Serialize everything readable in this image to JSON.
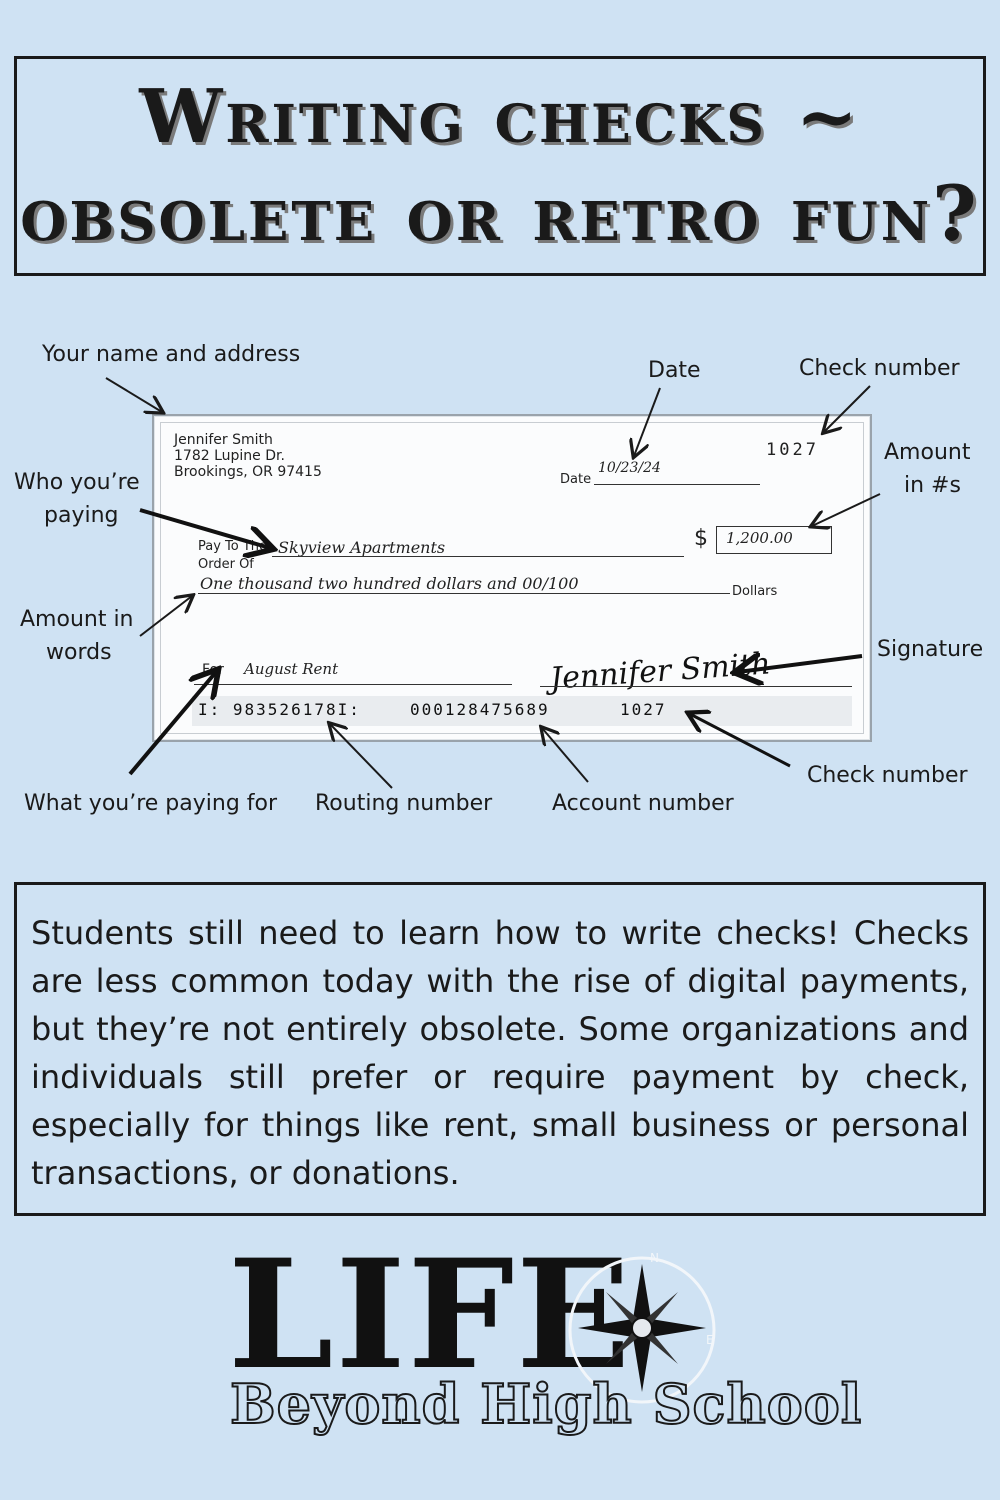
{
  "title": {
    "line1": "Writing checks ~",
    "line2": "obsolete or retro fun?"
  },
  "callouts": {
    "name_address": "Your name and address",
    "date": "Date",
    "check_number_top": "Check number",
    "amount_numbers_l1": "Amount",
    "amount_numbers_l2": "in #s",
    "who_paying_l1": "Who you’re",
    "who_paying_l2": "paying",
    "amount_words_l1": "Amount in",
    "amount_words_l2": "words",
    "signature": "Signature",
    "check_number_bottom": "Check number",
    "what_paying_for": "What you’re paying for",
    "routing_number": "Routing number",
    "account_number": "Account number"
  },
  "check": {
    "owner_name": "Jennifer Smith",
    "address_line1": "1782 Lupine Dr.",
    "address_line2": "Brookings, OR 97415",
    "check_no": "1027",
    "date_label": "Date",
    "date_value": "10/23/24",
    "pay_to_label1": "Pay To The",
    "pay_to_label2": "Order Of",
    "payee": "Skyview Apartments",
    "dollar_sign": "$",
    "amount_numeric": "1,200.00",
    "amount_words": "One thousand two hundred dollars and 00/100",
    "dollars_label": "Dollars",
    "for_label": "For",
    "memo": "August Rent",
    "signature": "Jennifer Smith",
    "routing": "I: 983526178I:",
    "account": "000128475689",
    "micr_check_no": "1027"
  },
  "paragraph": "Students still need to learn how to write checks! Checks are less common today with the rise of digital payments, but they’re not entirely obsolete. Some organizations and individuals still prefer or require payment by check, especially for things like rent, small business or personal transactions, or donations.",
  "logo": {
    "main": "LIFE",
    "sub": "Beyond High School",
    "compass_n": "N",
    "compass_e": "E"
  }
}
